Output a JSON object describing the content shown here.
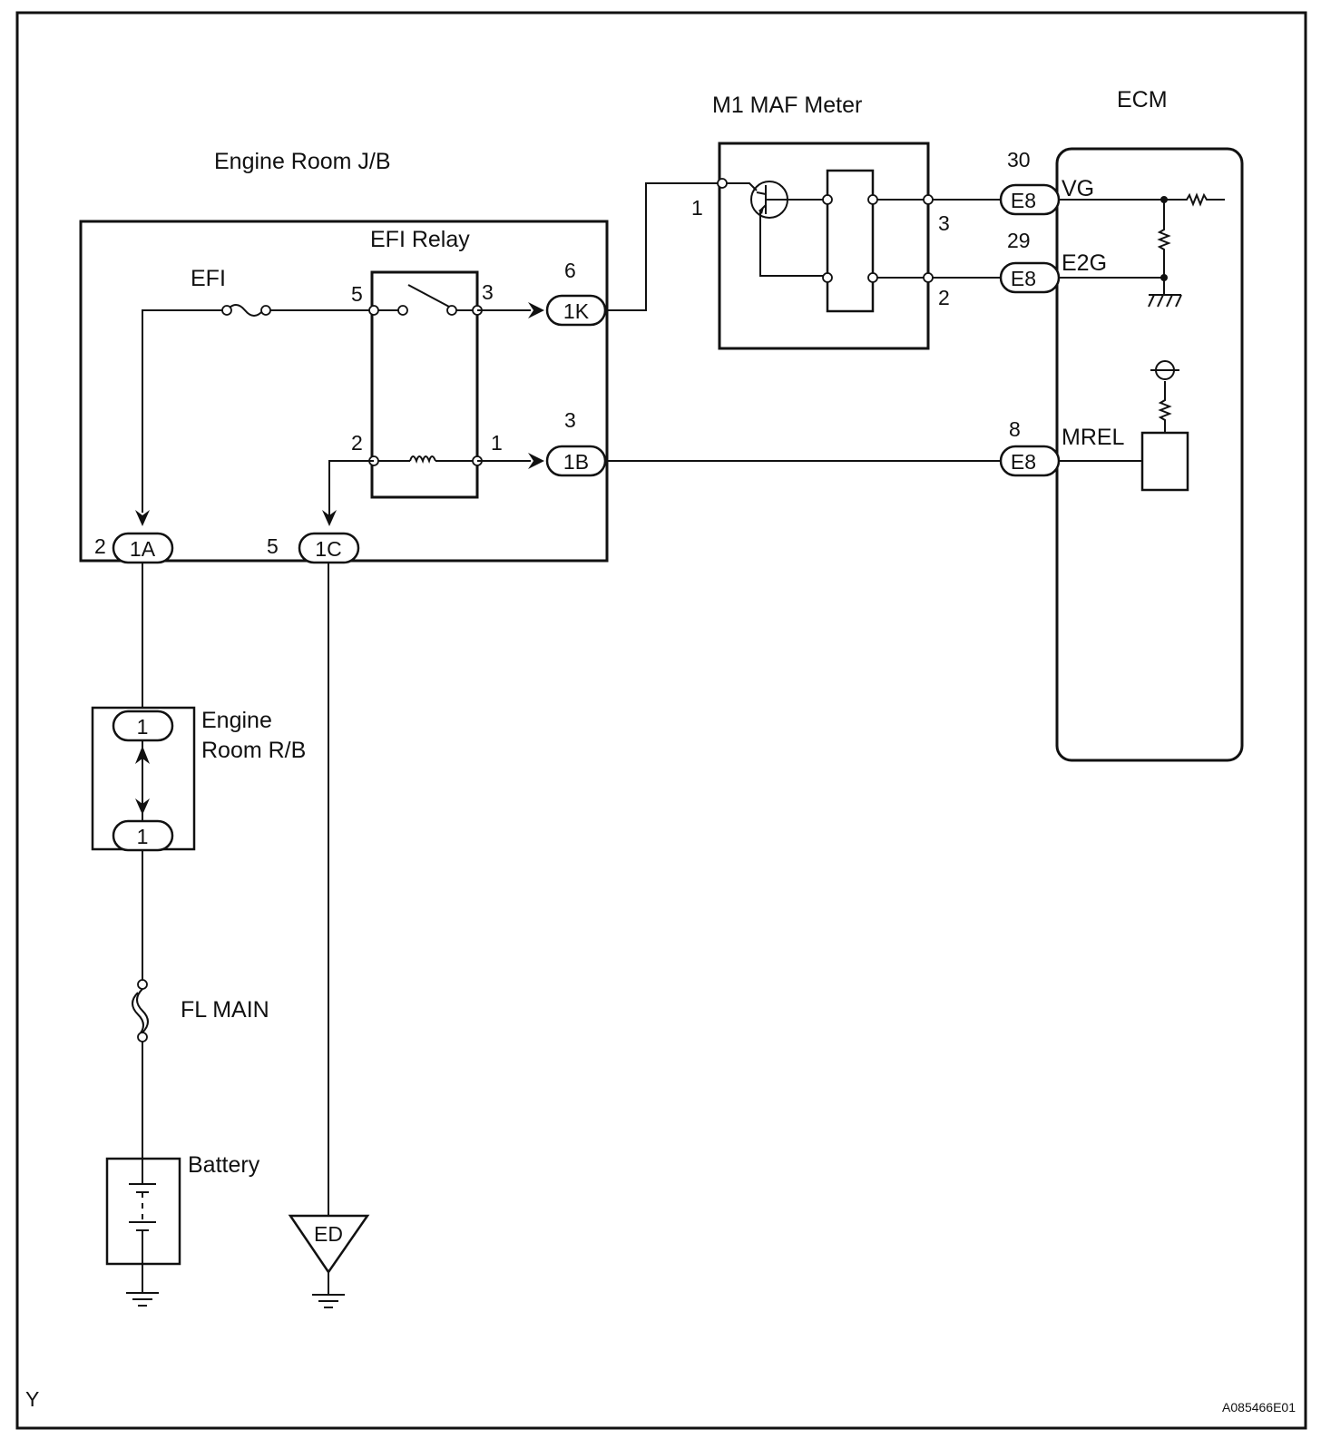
{
  "labels": {
    "engine_room_jb": "Engine Room J/B",
    "efi_relay": "EFI Relay",
    "efi_fuse": "EFI",
    "maf_meter": "M1 MAF Meter",
    "ecm": "ECM",
    "engine_room_rb_line1": "Engine",
    "engine_room_rb_line2": "Room R/B",
    "fl_main": "FL MAIN",
    "battery": "Battery",
    "ground_ed": "ED",
    "sheet_code": "Y",
    "figure_id": "A085466E01"
  },
  "pins": {
    "relay_5": "5",
    "relay_3": "3",
    "relay_2": "2",
    "relay_1": "1",
    "c1k_pin": "6",
    "c1b_pin": "3",
    "c1a_pin": "2",
    "c1c_pin": "5",
    "maf_1": "1",
    "maf_3": "3",
    "maf_2": "2",
    "ecm_vg_pin": "30",
    "ecm_e2g_pin": "29",
    "ecm_mrel_pin": "8"
  },
  "connectors": {
    "c1k": "1K",
    "c1b": "1B",
    "c1a": "1A",
    "c1c": "1C",
    "rb_top": "1",
    "rb_bottom": "1",
    "e8_vg": "E8",
    "e8_e2g": "E8",
    "e8_mrel": "E8"
  },
  "ecm_terminals": {
    "vg": "VG",
    "e2g": "E2G",
    "mrel": "MREL"
  }
}
